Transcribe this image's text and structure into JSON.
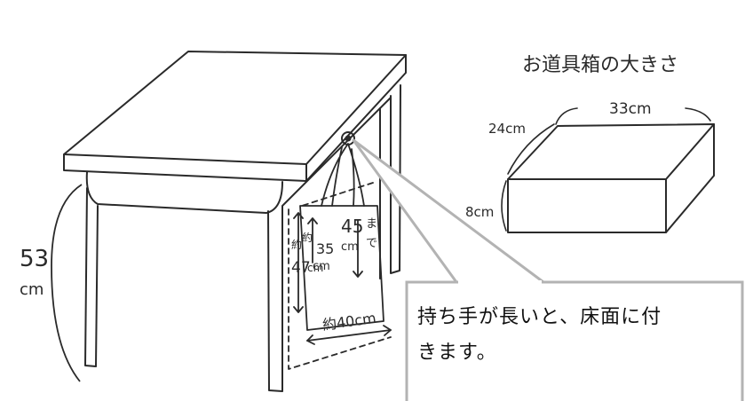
{
  "desk_labels": {
    "desk_height_value": "53",
    "desk_height_unit": "cm",
    "bag_width": "約40cm",
    "bag_height_outer_value": "47",
    "bag_height_outer_unit": "cm",
    "bag_height_outer_prefix": "約",
    "bag_height_inner_prefix": "約",
    "bag_height_inner_value": "35",
    "bag_height_inner_unit": "cm",
    "handle_value": "45",
    "handle_unit": "cm",
    "handle_note1": "ま",
    "handle_note2": "で"
  },
  "toolbox": {
    "title": "お道具箱の大きさ",
    "width": "33cm",
    "depth": "24cm",
    "height": "8cm"
  },
  "callout": {
    "line1": "持ち手が長いと、床面に付",
    "line2": "きます。"
  },
  "colors": {
    "ink": "#2a2a2a",
    "callout_border": "#b3b3b3"
  }
}
